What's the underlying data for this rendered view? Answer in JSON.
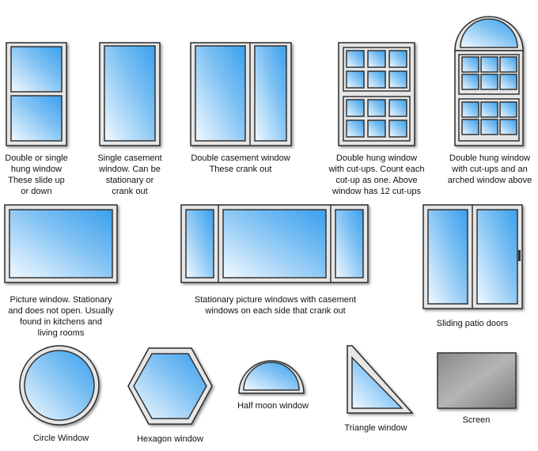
{
  "title": "Window types",
  "colors": {
    "glass_light": "#f2f9ff",
    "glass_dark": "#3aa0ee",
    "frame": "#e6e6e6",
    "outline": "#2b2b2b"
  },
  "windows": [
    {
      "name": "double-hung",
      "caption": [
        "Double or single",
        "hung window",
        "These slide up",
        "or down"
      ]
    },
    {
      "name": "single-casement",
      "caption": [
        "Single casement",
        "window. Can be",
        "stationary or",
        "crank out"
      ]
    },
    {
      "name": "double-casement",
      "caption": [
        "Double casement window",
        "These crank out"
      ]
    },
    {
      "name": "double-hung-cutups",
      "caption": [
        "Double hung window",
        "with cut-ups. Count each",
        "cut-up as one. Above",
        "window has 12 cut-ups"
      ]
    },
    {
      "name": "double-hung-arched",
      "caption": [
        "Double hung window",
        "with cut-ups and an",
        "arched window above"
      ]
    },
    {
      "name": "picture",
      "caption": [
        "Picture window. Stationary",
        "and does not open. Usually",
        "found in kitchens and",
        "living rooms"
      ]
    },
    {
      "name": "stationary-casement",
      "caption": [
        "Stationary picture windows with casement",
        "windows on each side that crank out"
      ]
    },
    {
      "name": "sliding-patio",
      "caption": [
        "Sliding patio doors"
      ]
    },
    {
      "name": "circle",
      "caption": [
        "Circle Window"
      ]
    },
    {
      "name": "hexagon",
      "caption": [
        "Hexagon window"
      ]
    },
    {
      "name": "half-moon",
      "caption": [
        "Half moon window"
      ]
    },
    {
      "name": "triangle",
      "caption": [
        "Triangle window"
      ]
    },
    {
      "name": "screen",
      "caption": [
        "Screen"
      ]
    }
  ]
}
